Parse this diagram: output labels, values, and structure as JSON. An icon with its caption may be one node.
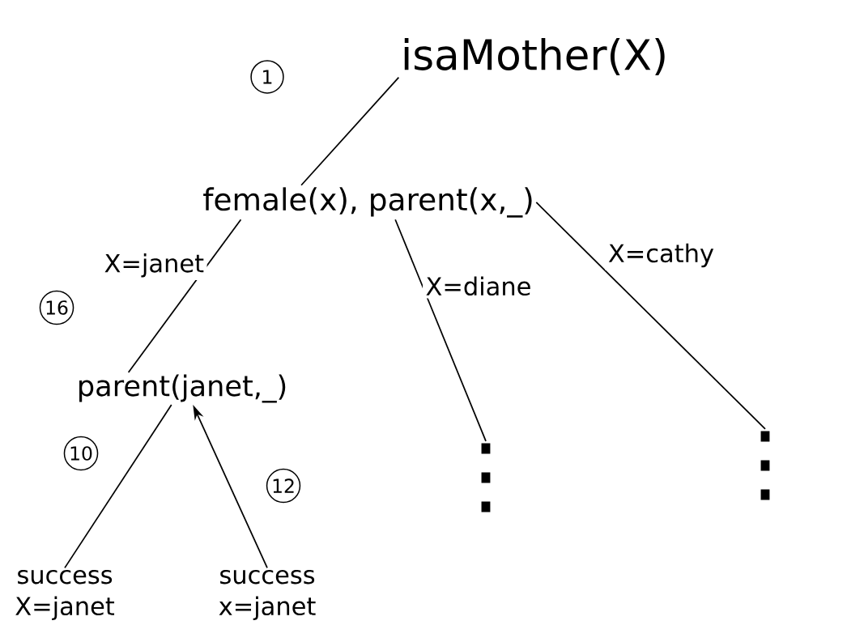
{
  "diagram": {
    "nodes": [
      {
        "text": [
          "isaMother(X)"
        ]
      },
      {
        "text": [
          "female(x), parent(x,_)"
        ]
      },
      {
        "text": [
          "parent(janet,_)"
        ]
      },
      {
        "text": [
          "⋮"
        ]
      },
      {
        "text": [
          "⋮"
        ]
      },
      {
        "text": [
          "success",
          "X=janet"
        ]
      },
      {
        "text": [
          "success",
          "x=janet"
        ]
      }
    ],
    "edges": [
      {
        "from": 0,
        "to": 1,
        "arrow": "none"
      },
      {
        "from": 1,
        "to": 2,
        "arrow": "none",
        "label": "X=janet"
      },
      {
        "from": 1,
        "to": 3,
        "arrow": "none",
        "label": "X=diane"
      },
      {
        "from": 1,
        "to": 4,
        "arrow": "none",
        "label": "X=cathy"
      },
      {
        "from": 2,
        "to": 5,
        "arrow": "none"
      },
      {
        "from": 6,
        "to": 2,
        "arrow": "to"
      }
    ],
    "labels": [
      "1",
      "16",
      "10",
      "12"
    ]
  }
}
